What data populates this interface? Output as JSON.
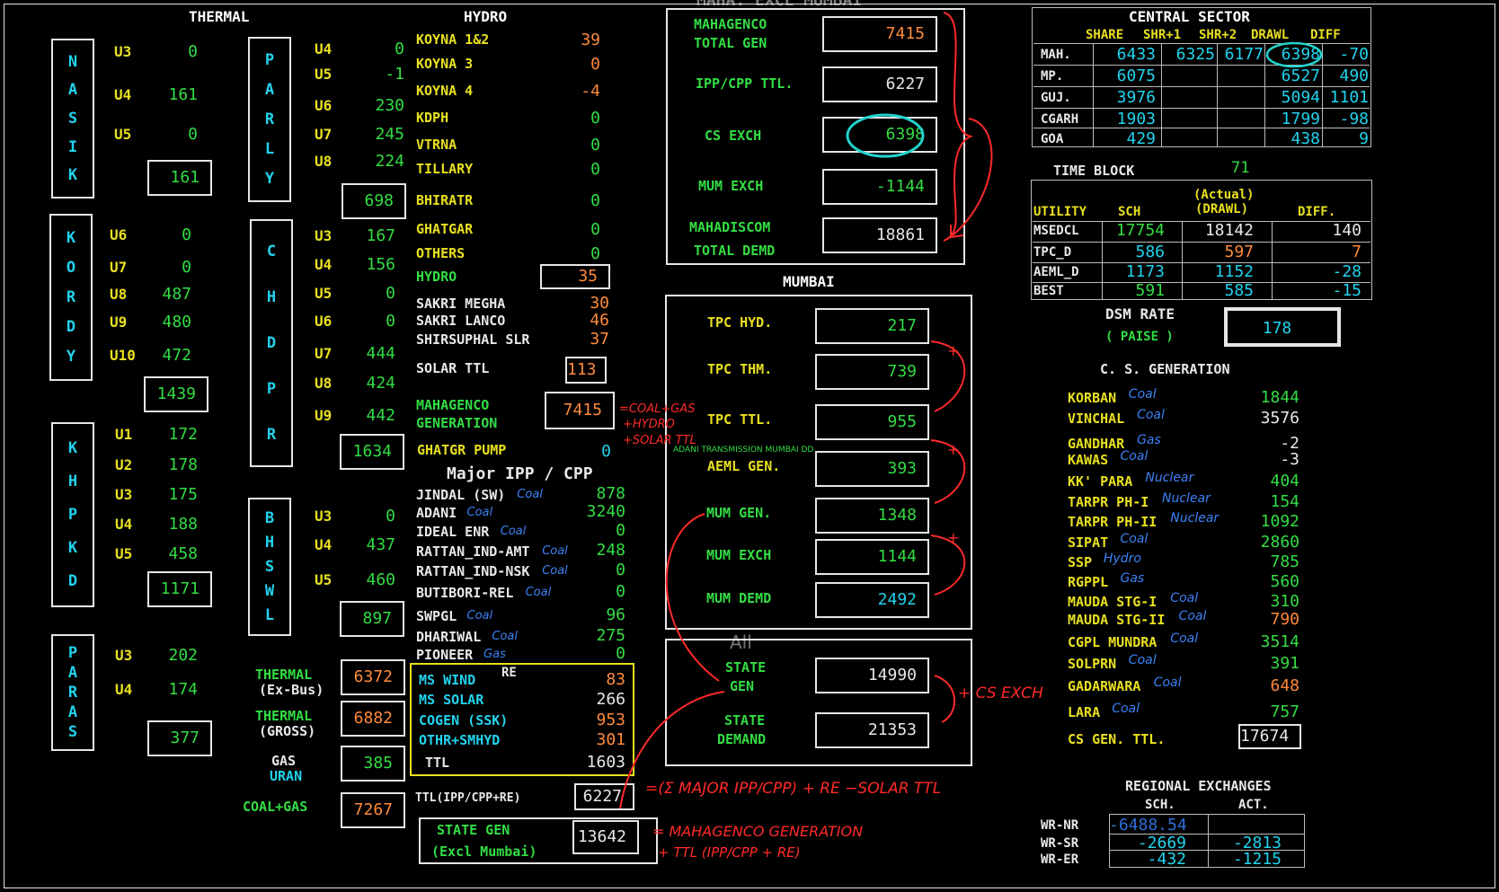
{
  "thermal": {
    "title": "THERMAL",
    "nasik": {
      "letters": [
        "N",
        "A",
        "S",
        "I",
        "K"
      ],
      "units": [
        [
          "U3",
          "0"
        ],
        [
          "U4",
          "161"
        ],
        [
          "U5",
          "0"
        ]
      ],
      "total": "161"
    },
    "kordy": {
      "letters": [
        "K",
        "O",
        "R",
        "D",
        "Y"
      ],
      "units": [
        [
          "U6",
          "0"
        ],
        [
          "U7",
          "0"
        ],
        [
          "U8",
          "487"
        ],
        [
          "U9",
          "480"
        ],
        [
          "U10",
          "472"
        ]
      ],
      "total": "1439"
    },
    "khpkd": {
      "letters": [
        "K",
        "H",
        "P",
        "K",
        "D"
      ],
      "units": [
        [
          "U1",
          "172"
        ],
        [
          "U2",
          "178"
        ],
        [
          "U3",
          "175"
        ],
        [
          "U4",
          "188"
        ],
        [
          "U5",
          "458"
        ]
      ],
      "total": "1171"
    },
    "paras": {
      "letters": [
        "P",
        "A",
        "R",
        "A",
        "S"
      ],
      "units": [
        [
          "U3",
          "202"
        ],
        [
          "U4",
          "174"
        ]
      ],
      "total": "377"
    },
    "parly": {
      "letters": [
        "P",
        "A",
        "R",
        "L",
        "Y"
      ],
      "units": [
        [
          "U4",
          "0"
        ],
        [
          "U5",
          "-1"
        ],
        [
          "U6",
          "230"
        ],
        [
          "U7",
          "245"
        ],
        [
          "U8",
          "224"
        ]
      ],
      "total": "698"
    },
    "chdpr": {
      "letters": [
        "C",
        "H",
        "D",
        "P",
        "R"
      ],
      "units": [
        [
          "U3",
          "167"
        ],
        [
          "U4",
          "156"
        ],
        [
          "U5",
          "0"
        ],
        [
          "U6",
          "0"
        ],
        [
          "U7",
          "444"
        ],
        [
          "U8",
          "424"
        ],
        [
          "U9",
          "442"
        ]
      ],
      "total": "1634"
    },
    "bhswl": {
      "letters": [
        "B",
        "H",
        "S",
        "W",
        "L"
      ],
      "units": [
        [
          "U3",
          "0"
        ],
        [
          "U4",
          "437"
        ],
        [
          "U5",
          "460"
        ]
      ],
      "total": "897"
    },
    "summary": [
      {
        "label1": "THERMAL",
        "label2": "(Ex-Bus)",
        "value": "6372"
      },
      {
        "label1": "THERMAL",
        "label2": "(GROSS)",
        "value": "6882"
      },
      {
        "label1": "GAS",
        "label2": "URAN",
        "value": "385"
      },
      {
        "label1": "COAL+GAS",
        "label2": "",
        "value": "7267"
      }
    ]
  },
  "hydro": {
    "title": "HYDRO",
    "items": [
      [
        "KOYNA 1&2",
        "39"
      ],
      [
        "KOYNA 3",
        "0"
      ],
      [
        "KOYNA 4",
        "-4"
      ],
      [
        "KDPH",
        "0"
      ],
      [
        "VTRNA",
        "0"
      ],
      [
        "TILLARY",
        "0"
      ],
      [
        "BHIRATR",
        "0"
      ],
      [
        "GHATGAR",
        "0"
      ],
      [
        "OTHERS",
        "0"
      ]
    ],
    "hydro_label": "HYDRO",
    "hydro_total": "35",
    "solar": [
      [
        "SAKRI MEGHA",
        "30"
      ],
      [
        "SAKRI LANCO",
        "46"
      ],
      [
        "SHIRSUPHAL SLR",
        "37"
      ]
    ],
    "solar_ttl_label": "SOLAR TTL",
    "solar_ttl": "113",
    "mahagenco_label1": "MAHAGENCO",
    "mahagenco_label2": "GENERATION",
    "mahagenco_gen": "7415",
    "ghatgr_pump_label": "GHATGR PUMP",
    "ghatgr_pump": "0"
  },
  "ipp": {
    "title": "Major IPP / CPP",
    "items": [
      [
        "JINDAL (SW)",
        "Coal",
        "878"
      ],
      [
        "ADANI",
        "Coal",
        "3240"
      ],
      [
        "IDEAL ENR",
        "Coal",
        "0"
      ],
      [
        "RATTAN_IND-AMT",
        "Coal",
        "248"
      ],
      [
        "RATTAN_IND-NSK",
        "Coal",
        "0"
      ],
      [
        "BUTIBORI-REL",
        "Coal",
        "0"
      ],
      [
        "SWPGL",
        "Coal",
        "96"
      ],
      [
        "DHARIWAL",
        "Coal",
        "275"
      ],
      [
        "PIONEER",
        "Gas",
        "0"
      ]
    ],
    "re_note": "RE",
    "re_items": [
      [
        "MS WIND",
        "83"
      ],
      [
        "MS SOLAR",
        "266"
      ],
      [
        "COGEN (SSK)",
        "953"
      ],
      [
        "OTHR+SMHYD",
        "301"
      ],
      [
        "TTL",
        "1603"
      ]
    ],
    "ttl_label": "TTL(IPP/CPP+RE)",
    "ttl_value": "6227",
    "state_gen_label1": "STATE GEN",
    "state_gen_label2": "(Excl Mumbai)",
    "state_gen_value": "13642"
  },
  "maha": {
    "title": "MAHA. EXCL MUMBAI",
    "rows": [
      {
        "label1": "MAHAGENCO",
        "label2": "TOTAL GEN",
        "value": "7415"
      },
      {
        "label1": "IPP/CPP TTL.",
        "label2": "",
        "value": "6227"
      },
      {
        "label1": "CS EXCH",
        "label2": "",
        "value": "6398"
      },
      {
        "label1": "MUM EXCH",
        "label2": "",
        "value": "-1144"
      },
      {
        "label1": "MAHADISCOM",
        "label2": "TOTAL DEMD",
        "value": "18861"
      }
    ]
  },
  "mumbai": {
    "title": "MUMBAI",
    "rows": [
      [
        "TPC HYD.",
        "217"
      ],
      [
        "TPC THM.",
        "739"
      ],
      [
        "TPC TTL.",
        "955"
      ],
      [
        "AEML GEN.",
        "393"
      ],
      [
        "MUM GEN.",
        "1348"
      ],
      [
        "MUM EXCH",
        "1144"
      ],
      [
        "MUM DEMD",
        "2492"
      ]
    ],
    "adani_note": "ADANI TRANSMISSION MUMBAI DD"
  },
  "state": {
    "note": "All",
    "gen_label1": "STATE",
    "gen_label2": "GEN",
    "gen_value": "14990",
    "dem_label1": "STATE",
    "dem_label2": "DEMAND",
    "dem_value": "21353"
  },
  "central": {
    "title": "CENTRAL SECTOR",
    "headers": [
      "SHARE",
      "SHR+1",
      "SHR+2",
      "DRAWL",
      "DIFF"
    ],
    "rows": [
      [
        "MAH.",
        "6433",
        "6325",
        "6177",
        "6398",
        "-70"
      ],
      [
        "MP.",
        "6075",
        "",
        "",
        "6527",
        "490"
      ],
      [
        "GUJ.",
        "3976",
        "",
        "",
        "5094",
        "1101"
      ],
      [
        "CGARH",
        "1903",
        "",
        "",
        "1799",
        "-98"
      ],
      [
        "GOA",
        "429",
        "",
        "",
        "438",
        "9"
      ]
    ]
  },
  "timeblock": {
    "label": "TIME BLOCK",
    "value": "71"
  },
  "utility": {
    "headers": [
      "UTILITY",
      "SCH",
      "(Actual)",
      "(DRAWL)",
      "DIFF."
    ],
    "rows": [
      [
        "MSEDCL",
        "17754",
        "18142",
        "140"
      ],
      [
        "TPC_D",
        "586",
        "597",
        "7"
      ],
      [
        "AEML_D",
        "1173",
        "1152",
        "-28"
      ],
      [
        "BEST",
        "591",
        "585",
        "-15"
      ]
    ]
  },
  "dsm": {
    "label1": "DSM RATE",
    "label2": "( PAISE )",
    "value": "178"
  },
  "csgen": {
    "title": "C. S. GENERATION",
    "items": [
      [
        "KORBAN",
        "Coal",
        "1844"
      ],
      [
        "VINCHAL",
        "Coal",
        "3576"
      ],
      [
        "GANDHAR",
        "Gas",
        "-2"
      ],
      [
        "KAWAS",
        "Coal",
        "-3"
      ],
      [
        "KK' PARA",
        "Nuclear",
        "404"
      ],
      [
        "TARPR PH-I",
        "Nuclear",
        "154"
      ],
      [
        "TARPR PH-II",
        "Nuclear",
        "1092"
      ],
      [
        "SIPAT",
        "Coal",
        "2860"
      ],
      [
        "SSP",
        "Hydro",
        "785"
      ],
      [
        "RGPPL",
        "Gas",
        "560"
      ],
      [
        "MAUDA STG-I",
        "Coal",
        "310"
      ],
      [
        "MAUDA STG-II",
        "Coal",
        "790"
      ],
      [
        "CGPL MUNDRA",
        "Coal",
        "3514"
      ],
      [
        "SOLPRN",
        "Coal",
        "391"
      ],
      [
        "GADARWARA",
        "Coal",
        "648"
      ],
      [
        "LARA",
        "Coal",
        "757"
      ]
    ],
    "ttl_label": "CS GEN. TTL.",
    "ttl_value": "17674"
  },
  "regional": {
    "title": "REGIONAL EXCHANGES",
    "headers": [
      "SCH.",
      "ACT."
    ],
    "rows": [
      [
        "WR-NR",
        "-6488.54",
        ""
      ],
      [
        "WR-SR",
        "-2669",
        "-2813"
      ],
      [
        "WR-ER",
        "-432",
        "-1215"
      ]
    ]
  },
  "annotations": {
    "mahagenco_eq": [
      "=COAL+GAS",
      "+HYDRO",
      "+SOLAR TTL"
    ],
    "ttl_eq": "=(Σ MAJOR IPP/CPP) + RE −SOLAR TTL",
    "state_gen_eq1": "= MAHAGENCO GENERATION",
    "state_gen_eq2": "+ TTL (IPP/CPP + RE)",
    "cs_exch": "+ CS EXCH",
    "plus": "+"
  }
}
